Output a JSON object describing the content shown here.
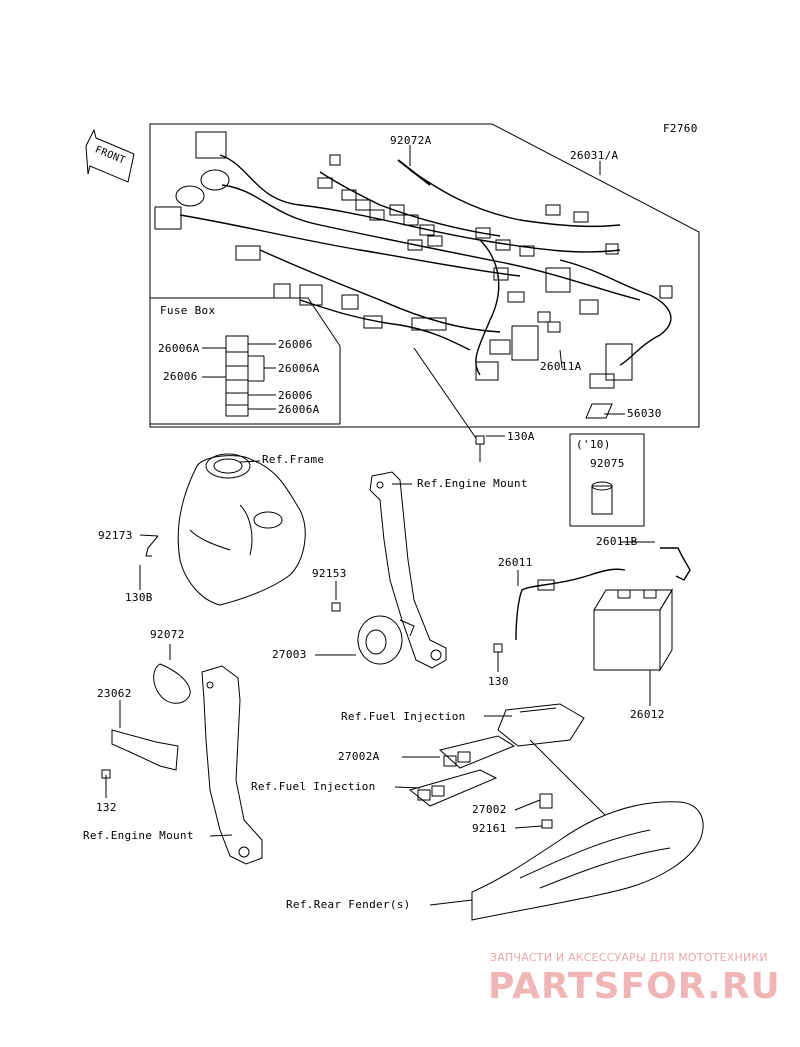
{
  "figure_code": "F2760",
  "labels": {
    "p92072A": "92072A",
    "p26031A": "26031/A",
    "fuse_box": "Fuse Box",
    "p26006_r1": "26006",
    "p26006A_l1": "26006A",
    "p26006A_r2": "26006A",
    "p26006_l2": "26006",
    "p26006_r3": "26006",
    "p26006A_r4": "26006A",
    "p26011A": "26011A",
    "p56030": "56030",
    "p130A": "130A",
    "p10": "('10)",
    "p92075": "92075",
    "ref_frame": "Ref.Frame",
    "ref_engine_mount_top": "Ref.Engine Mount",
    "p92173": "92173",
    "p130B": "130B",
    "p92153": "92153",
    "p27003": "27003",
    "p26011": "26011",
    "p26011B": "26011B",
    "p130": "130",
    "p26012": "26012",
    "p92072": "92072",
    "p23062": "23062",
    "p132": "132",
    "ref_fuel_injection_1": "Ref.Fuel Injection",
    "p27002A": "27002A",
    "ref_fuel_injection_2": "Ref.Fuel Injection",
    "p27002": "27002",
    "p92161": "92161",
    "ref_engine_mount_bottom": "Ref.Engine Mount",
    "ref_rear_fender": "Ref.Rear Fender(s)"
  },
  "front_arrow_text": "FRONT",
  "watermark": {
    "line1": "ЗАПЧАСТИ И АКСЕССУАРЫ ДЛЯ МОТОТЕХНИКИ",
    "line2": "PARTSFOR.RU"
  }
}
